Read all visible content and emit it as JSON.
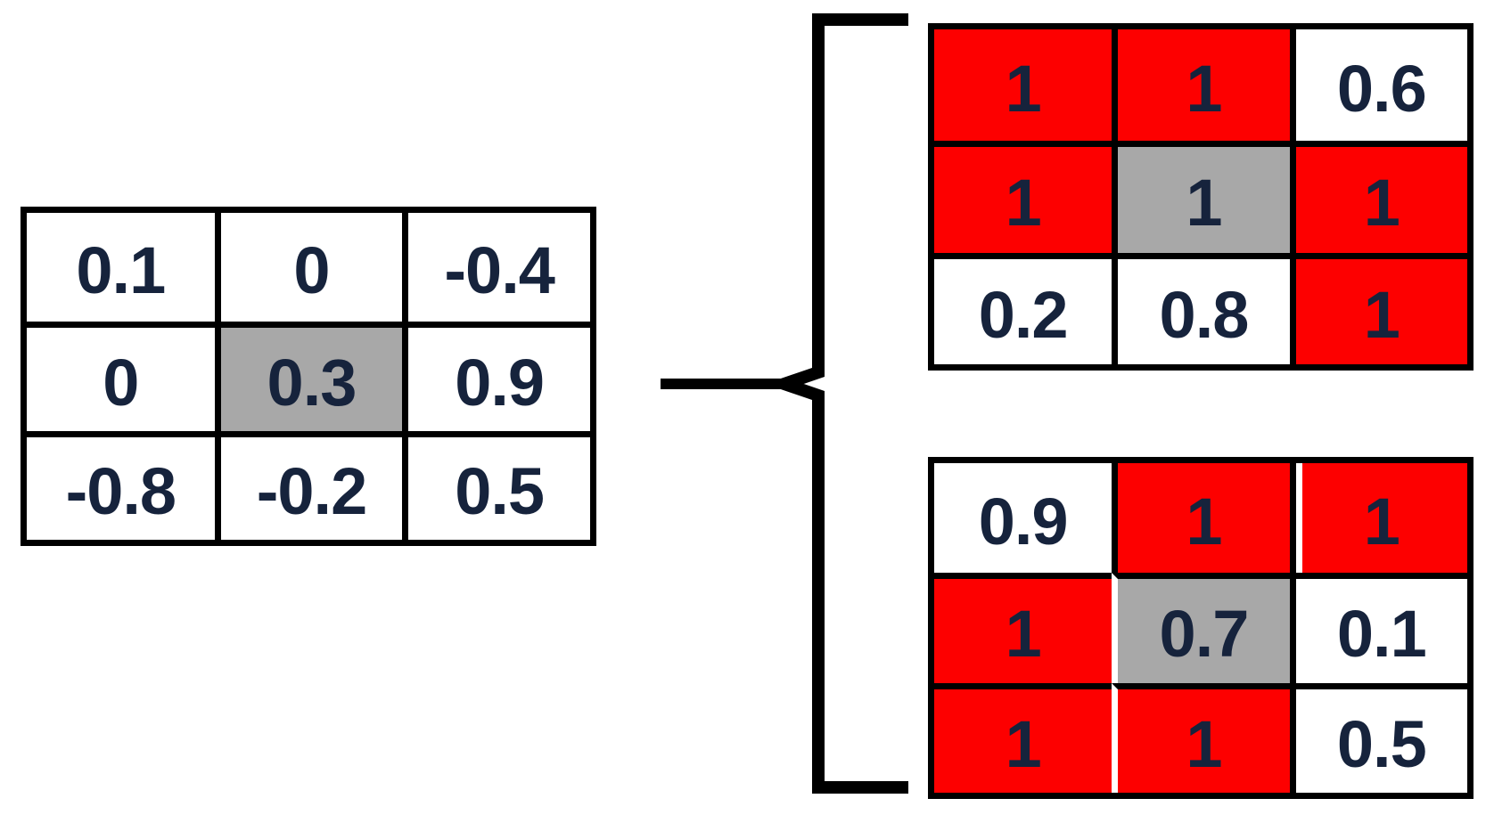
{
  "colors": {
    "red": "#fd0000",
    "gray": "#a8a8a8",
    "white": "#ffffff",
    "border": "#000000",
    "text": "#16233c",
    "brace": "#000000",
    "background": "#ffffff"
  },
  "icons": {
    "brace": "curly-brace",
    "connector": "horizontal-connector-line"
  },
  "grids": {
    "input": {
      "name": "input-matrix",
      "rows": [
        [
          {
            "v": "0.1",
            "bg": "white"
          },
          {
            "v": "0",
            "bg": "white"
          },
          {
            "v": "-0.4",
            "bg": "white"
          }
        ],
        [
          {
            "v": "0",
            "bg": "white"
          },
          {
            "v": "0.3",
            "bg": "gray"
          },
          {
            "v": "0.9",
            "bg": "white"
          }
        ],
        [
          {
            "v": "-0.8",
            "bg": "white"
          },
          {
            "v": "-0.2",
            "bg": "white"
          },
          {
            "v": "0.5",
            "bg": "white"
          }
        ]
      ]
    },
    "upper": {
      "name": "upper-result-matrix",
      "rows": [
        [
          {
            "v": "1",
            "bg": "red"
          },
          {
            "v": "1",
            "bg": "red"
          },
          {
            "v": "0.6",
            "bg": "white"
          }
        ],
        [
          {
            "v": "1",
            "bg": "red"
          },
          {
            "v": "1",
            "bg": "gray"
          },
          {
            "v": "1",
            "bg": "red"
          }
        ],
        [
          {
            "v": "0.2",
            "bg": "white"
          },
          {
            "v": "0.8",
            "bg": "white"
          },
          {
            "v": "1",
            "bg": "red"
          }
        ]
      ]
    },
    "lower": {
      "name": "lower-result-matrix",
      "rows": [
        [
          {
            "v": "0.9",
            "bg": "white"
          },
          {
            "v": "1",
            "bg": "red"
          },
          {
            "v": "1",
            "bg": "red",
            "sliver_left": true
          }
        ],
        [
          {
            "v": "1",
            "bg": "red"
          },
          {
            "v": "0.7",
            "bg": "gray",
            "sep_left": "white"
          },
          {
            "v": "0.1",
            "bg": "white"
          }
        ],
        [
          {
            "v": "1",
            "bg": "red"
          },
          {
            "v": "1",
            "bg": "red",
            "sep_left": "white"
          },
          {
            "v": "0.5",
            "bg": "white"
          }
        ]
      ]
    }
  }
}
